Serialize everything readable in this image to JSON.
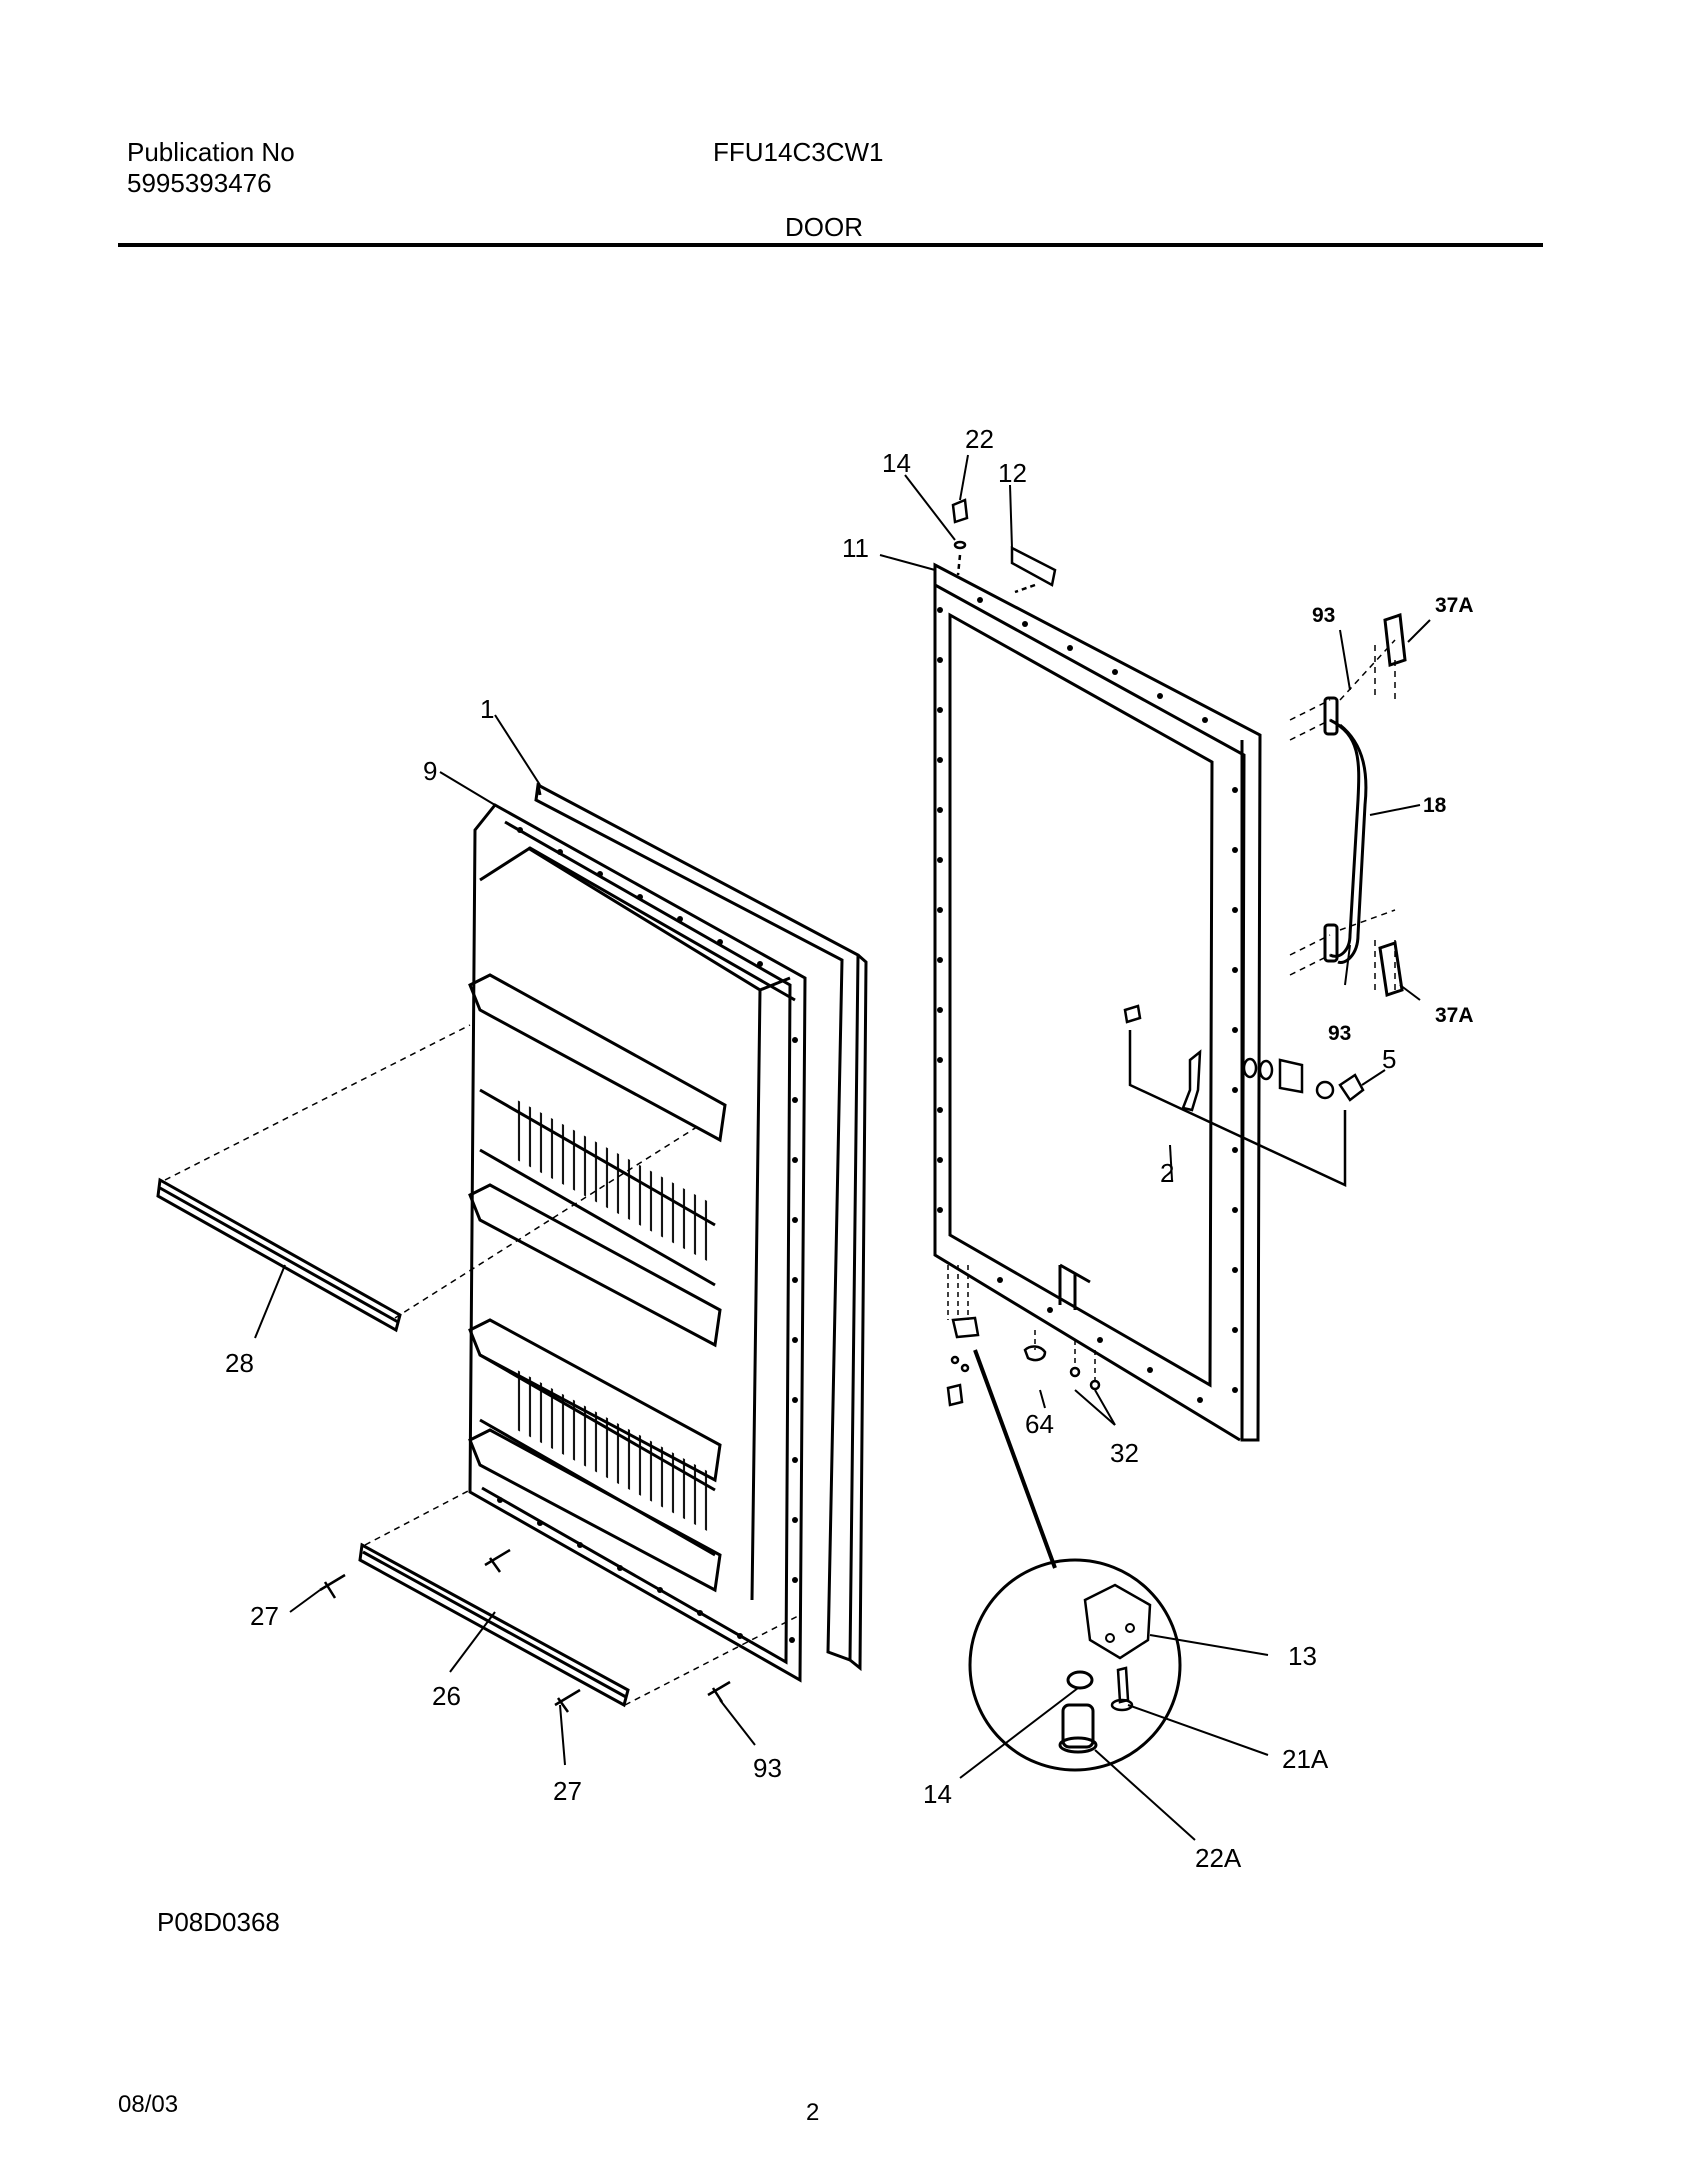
{
  "header": {
    "publication_label": "Publication No",
    "publication_number": "5995393476",
    "model": "FFU14C3CW1",
    "section": "DOOR"
  },
  "footer": {
    "figure_code": "P08D0368",
    "date": "08/03",
    "page": "2"
  },
  "callouts": {
    "c1": "1",
    "c9": "9",
    "c28": "28",
    "c27a": "27",
    "c26": "26",
    "c27b": "27",
    "c93a": "93",
    "c22": "22",
    "c14a": "14",
    "c12": "12",
    "c11": "11",
    "c93b": "93",
    "c37a_top": "37A",
    "c18": "18",
    "c93c": "93",
    "c37a_bot": "37A",
    "c5": "5",
    "c2": "2",
    "c64": "64",
    "c32": "32",
    "c13": "13",
    "c21a": "21A",
    "c14b": "14",
    "c22a": "22A"
  }
}
